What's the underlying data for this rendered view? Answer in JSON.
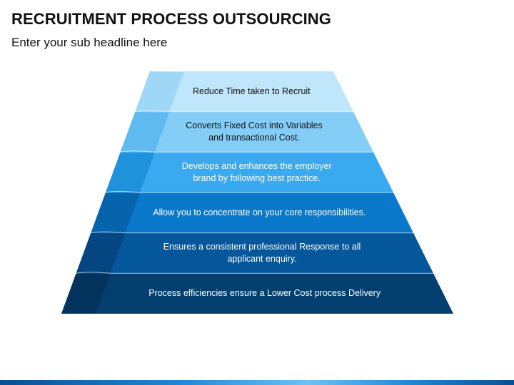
{
  "header": {
    "title": "RECRUITMENT PROCESS OUTSOURCING",
    "subtitle": "Enter your sub headline here"
  },
  "pyramid": {
    "levels": [
      {
        "text": "Reduce Time taken to Recruit",
        "color": "#bfe6fb",
        "fold_color": "#9fd8f7",
        "text_color": "#111111"
      },
      {
        "text": "Converts Fixed Cost into Variables\nand transactional Cost.",
        "color": "#84cdf7",
        "fold_color": "#5fbbef",
        "text_color": "#111111"
      },
      {
        "text": "Develops and enhances the employer\nbrand by following best practice.",
        "color": "#39aaf0",
        "fold_color": "#1e93dc",
        "text_color": "#ffffff"
      },
      {
        "text": "Allow you to concentrate on your core responsibilities.",
        "color": "#0a79cc",
        "fold_color": "#0664ad",
        "text_color": "#ffffff"
      },
      {
        "text": "Ensures a consistent professional Response to all\napplicant enquiry.",
        "color": "#05579c",
        "fold_color": "#044682",
        "text_color": "#ffffff"
      },
      {
        "text": "Process efficiencies ensure a Lower Cost process Delivery",
        "color": "#033f6f",
        "fold_color": "#02335c",
        "text_color": "#ffffff"
      }
    ]
  },
  "footer_bar_colors": [
    "#0b4e93",
    "#1e88d8",
    "#6cc2f4",
    "#0b4e93"
  ]
}
